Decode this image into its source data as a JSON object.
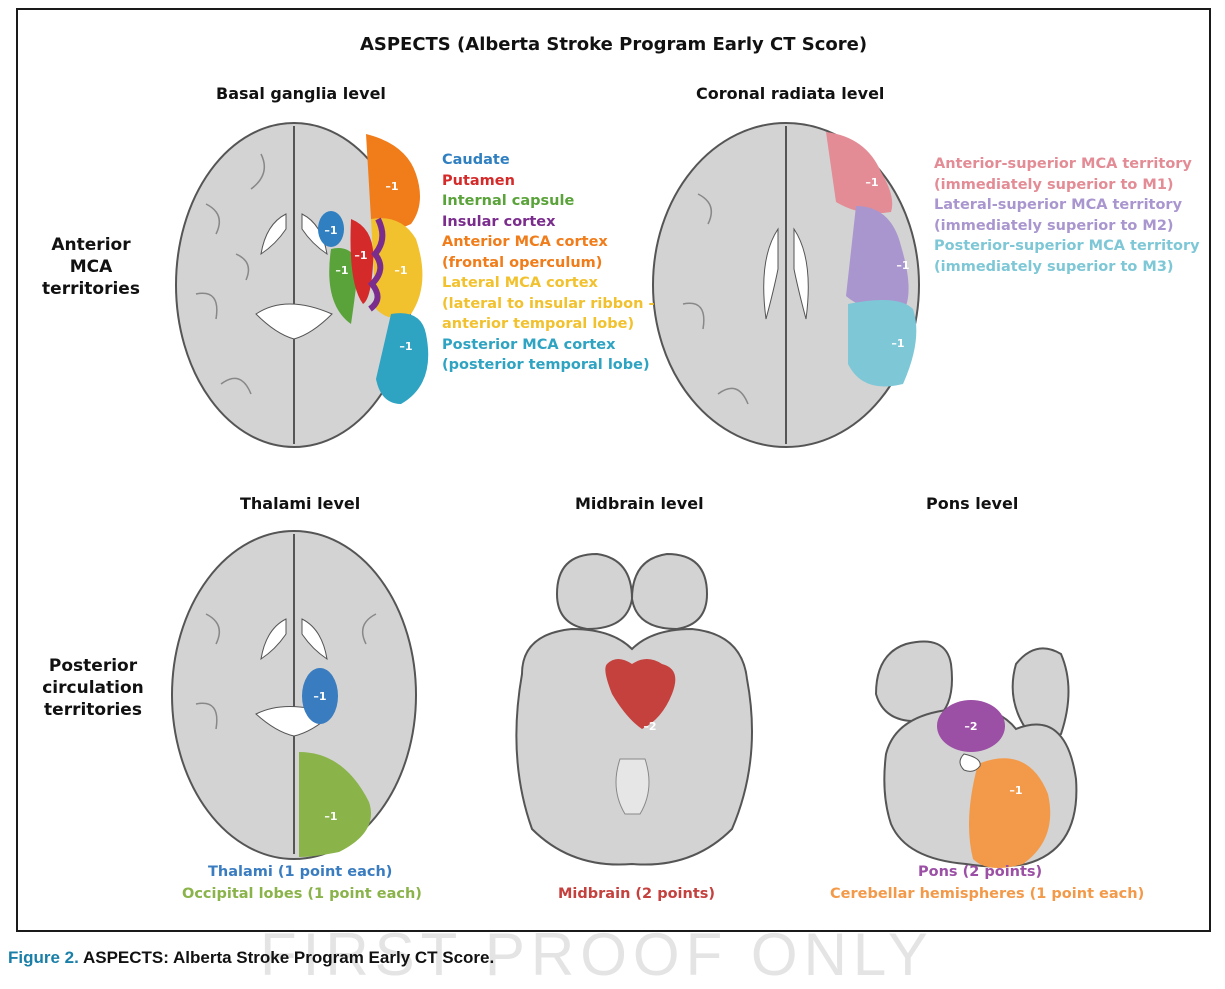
{
  "title": "ASPECTS (Alberta Stroke Program Early CT Score)",
  "levels": {
    "basal": "Basal ganglia level",
    "coronal": "Coronal radiata level",
    "thalami": "Thalami level",
    "midbrain": "Midbrain level",
    "pons": "Pons level"
  },
  "rows": {
    "anterior": [
      "Anterior",
      "MCA",
      "territories"
    ],
    "posterior": [
      "Posterior",
      "circulation",
      "territories"
    ]
  },
  "region_score": "–1",
  "double_score": "–2",
  "legend_basal": [
    {
      "text": "Caudate",
      "color": "#2f7fc1"
    },
    {
      "text": "Putamen",
      "color": "#d42a2a"
    },
    {
      "text": "Internal capsule",
      "color": "#5aa33a"
    },
    {
      "text": "Insular cortex",
      "color": "#7b2d8e"
    },
    {
      "text": "Anterior MCA cortex",
      "color": "#f07c1a"
    },
    {
      "text": "(frontal operculum)",
      "color": "#f07c1a"
    },
    {
      "text": "Lateral MCA cortex",
      "color": "#f2c12e"
    },
    {
      "text": "(lateral to insular ribbon -",
      "color": "#f2c12e"
    },
    {
      "text": "anterior temporal lobe)",
      "color": "#f2c12e"
    },
    {
      "text": "Posterior MCA cortex",
      "color": "#2ea3c2"
    },
    {
      "text": "(posterior temporal lobe)",
      "color": "#2ea3c2"
    }
  ],
  "legend_coronal": [
    {
      "text": "Anterior-superior MCA territory",
      "color": "#e38c95"
    },
    {
      "text": "(immediately superior to M1)",
      "color": "#e38c95"
    },
    {
      "text": "Lateral-superior MCA territory",
      "color": "#a996cf"
    },
    {
      "text": "(immediately superior to M2)",
      "color": "#a996cf"
    },
    {
      "text": "Posterior-superior MCA territory",
      "color": "#7ec7d6"
    },
    {
      "text": "(immediately superior to M3)",
      "color": "#7ec7d6"
    }
  ],
  "captions": {
    "thalami": {
      "text": "Thalami (1 point each)",
      "color": "#3a7cc0"
    },
    "occipital": {
      "text": "Occipital lobes (1 point each)",
      "color": "#8ab34a"
    },
    "midbrain": {
      "text": "Midbrain (2 points)",
      "color": "#c4413d"
    },
    "pons": {
      "text": "Pons (2 points)",
      "color": "#9b4fa5"
    },
    "cerebellar": {
      "text": "Cerebellar hemispheres (1 point each)",
      "color": "#f39a4a"
    }
  },
  "colors": {
    "brain_fill": "#d3d3d3",
    "brain_stroke": "#555555",
    "ventricle": "#ffffff",
    "caudate": "#2f7fc1",
    "putamen": "#d42a2a",
    "internal_capsule": "#5aa33a",
    "insula": "#7b2d8e",
    "m1": "#f07c1a",
    "m2": "#f2c12e",
    "m3": "#2ea3c2",
    "m4": "#e38c95",
    "m5": "#a996cf",
    "m6": "#7ec7d6",
    "thalamus": "#3a7cc0",
    "occipital": "#8ab34a",
    "midbrain": "#c4413d",
    "pons": "#9b4fa5",
    "cerebellum": "#f39a4a"
  },
  "watermark": "FIRST PROOF ONLY",
  "figure_caption": {
    "label": "Figure 2.",
    "text": "ASPECTS: Alberta Stroke Program Early CT Score."
  }
}
